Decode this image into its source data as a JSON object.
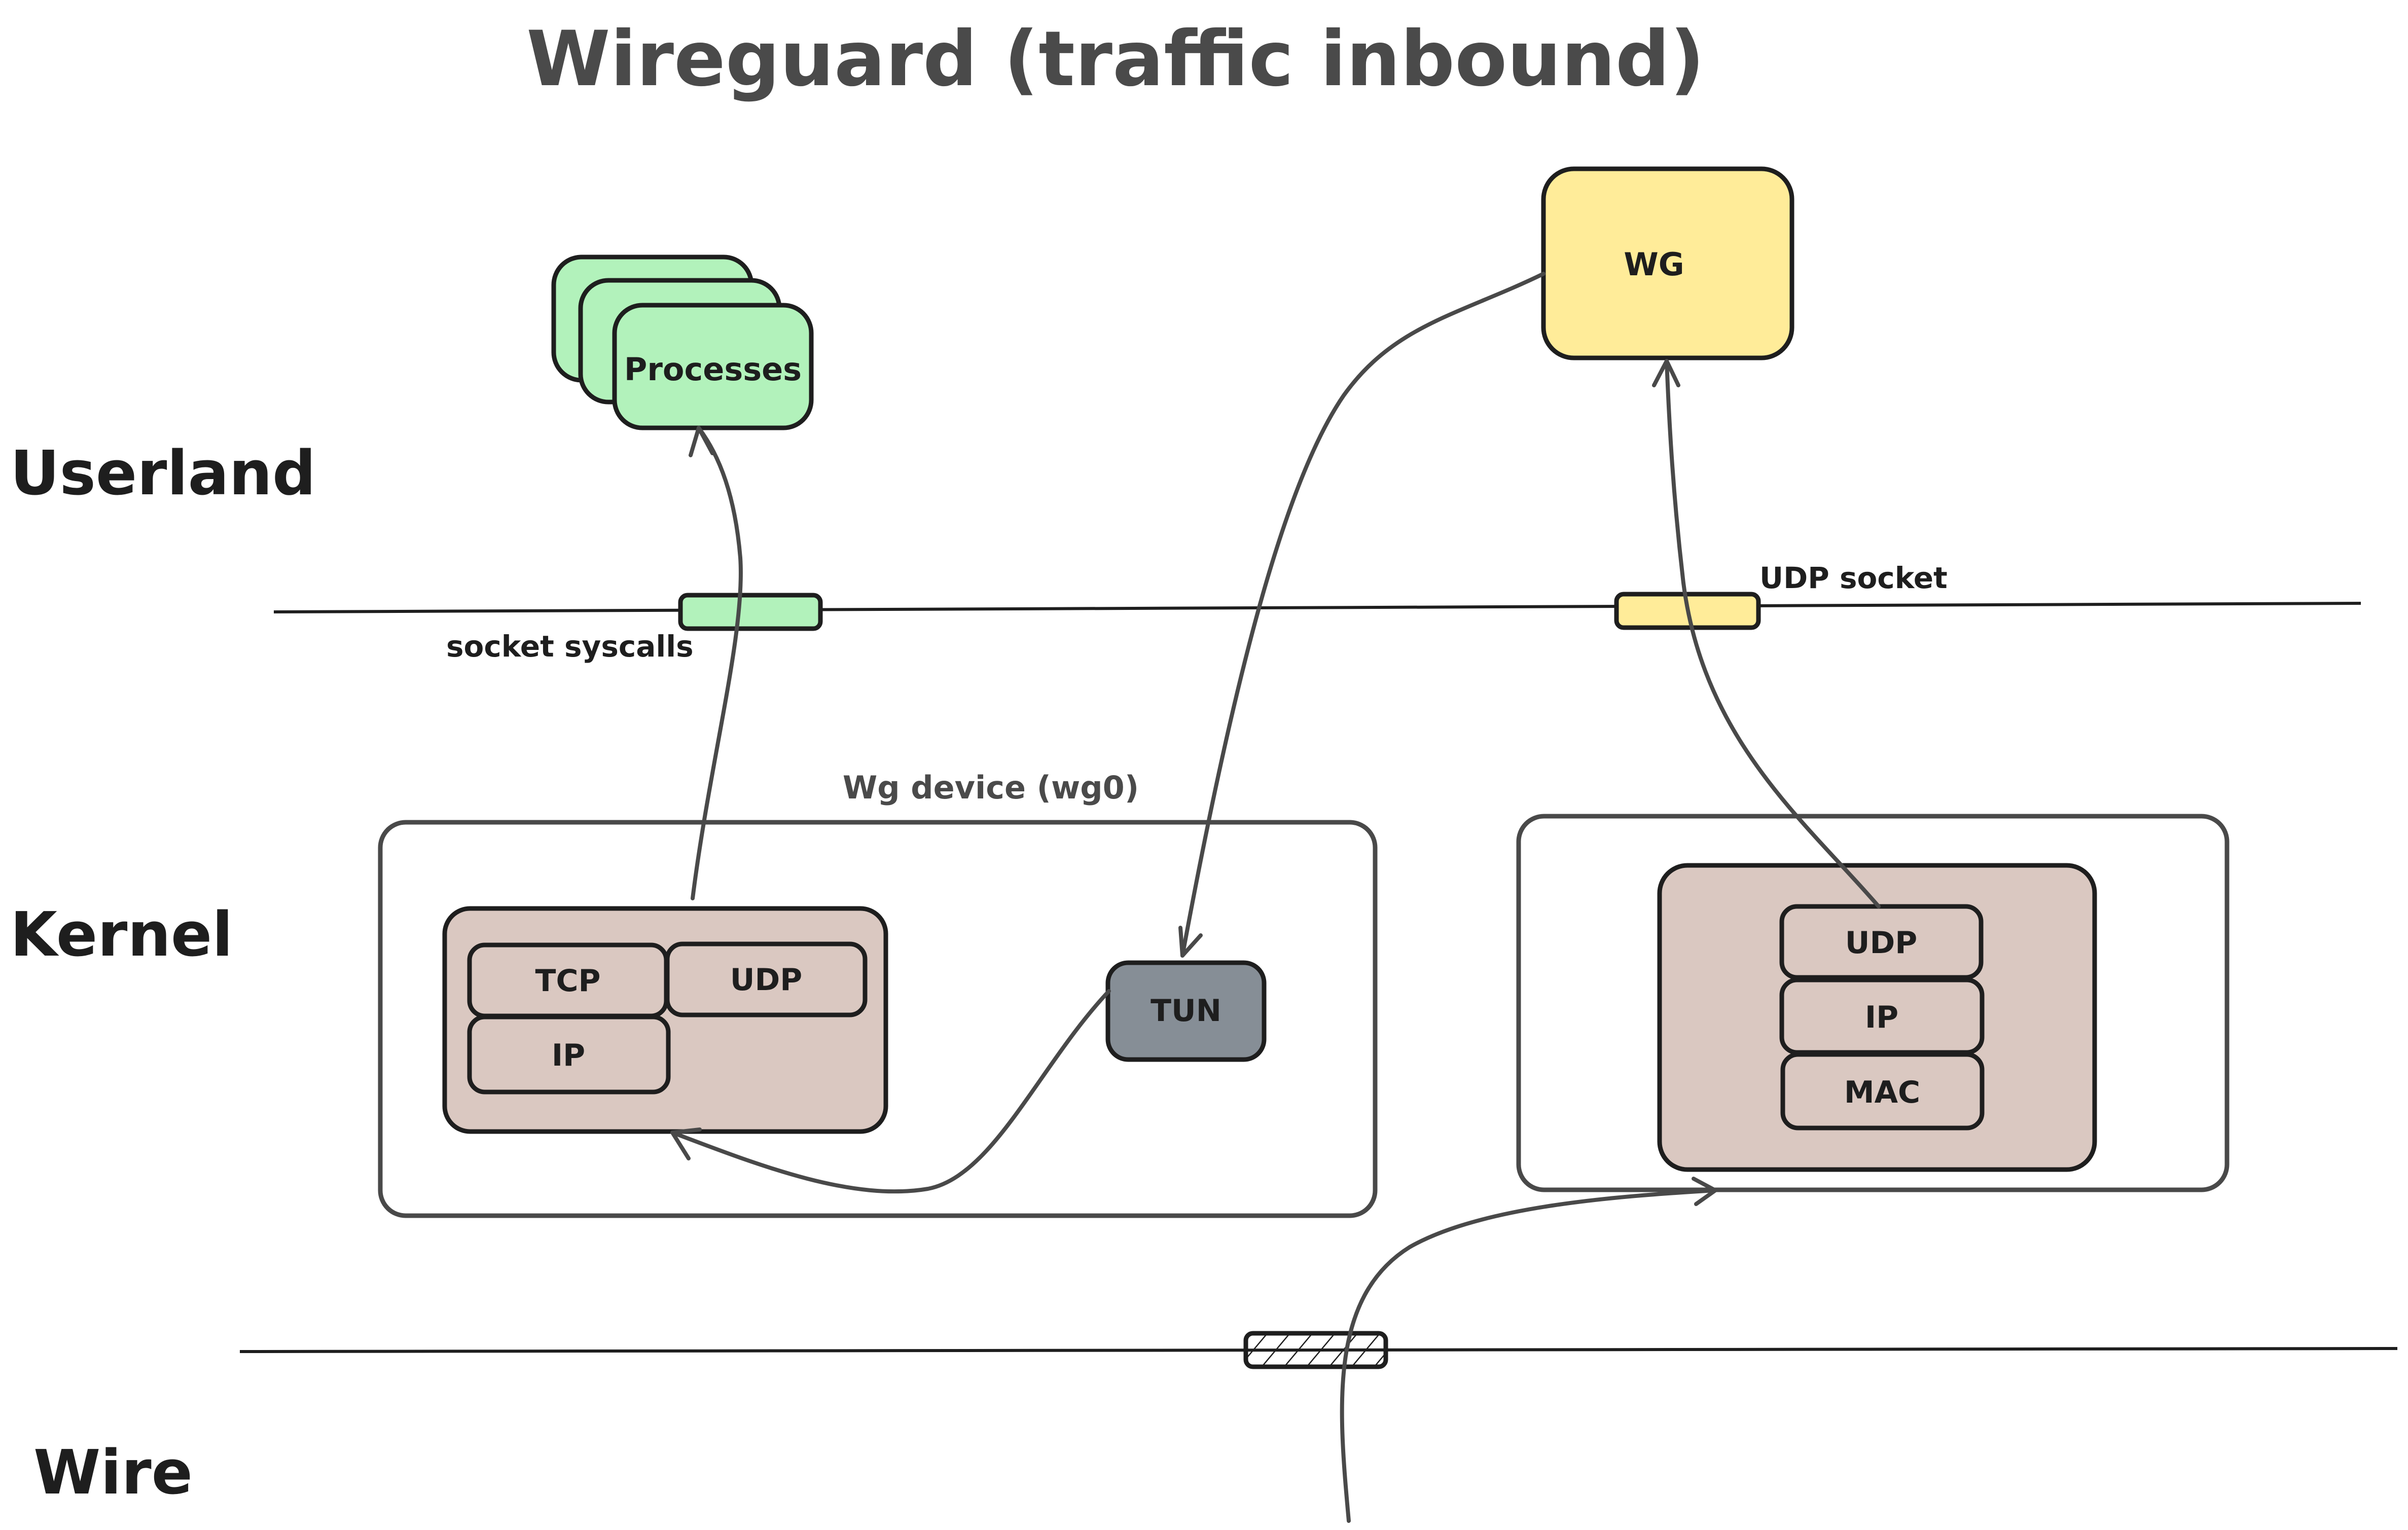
{
  "title": "Wireguard (traffic inbound)",
  "layers": {
    "userland": "Userland",
    "kernel": "Kernel",
    "wire": "Wire"
  },
  "userland": {
    "processes_label": "Processes",
    "wg_label": "WG"
  },
  "boundaries": {
    "socket_syscalls_label": "socket syscalls",
    "udp_socket_label": "UDP socket"
  },
  "wg_device": {
    "label": "Wg device (wg0)",
    "stack": [
      "TCP",
      "UDP",
      "IP"
    ],
    "tun_label": "TUN"
  },
  "physical_stack": [
    "UDP",
    "IP",
    "MAC"
  ],
  "colors": {
    "text": "#1e1e1e",
    "title": "#4a4a4a",
    "processes_fill": "#b2f2bb",
    "wg_fill": "#ffec99",
    "stack_fill": "#dac8c1",
    "tun_fill": "#868e96",
    "line": "#494949"
  }
}
